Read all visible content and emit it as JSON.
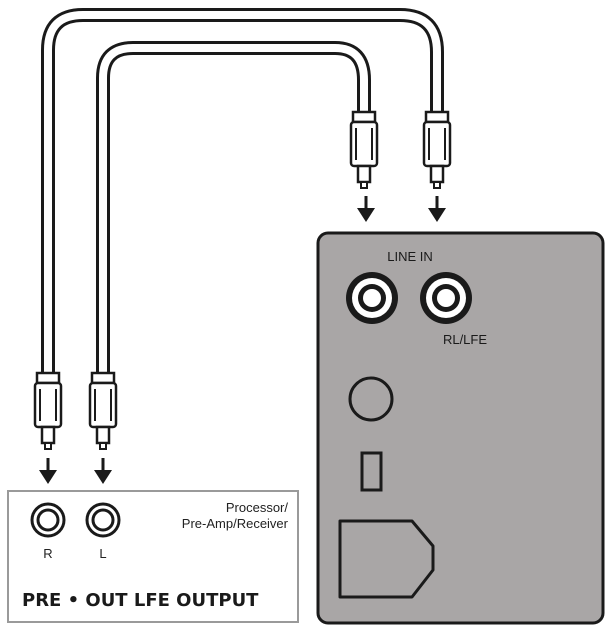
{
  "receiver": {
    "label_line1": "Processor/",
    "label_line2": "Pre-Amp/Receiver",
    "jack_r": "R",
    "jack_l": "L",
    "title": "PRE • OUT LFE OUTPUT"
  },
  "subwoofer": {
    "line_in": "LINE IN",
    "rl_lfe": "RL/LFE"
  },
  "colors": {
    "panel_fill": "#a9a6a6",
    "outline": "#1a1a1a",
    "cable_fill": "#ffffff"
  }
}
